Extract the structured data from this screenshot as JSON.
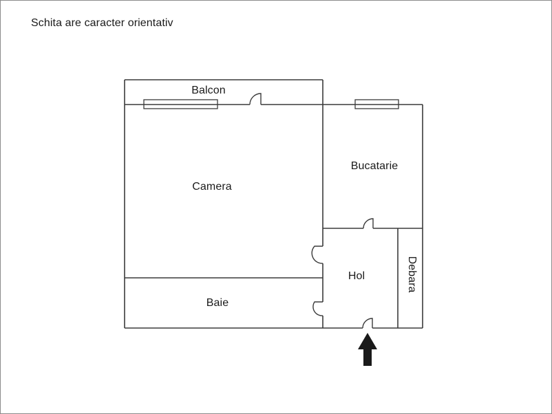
{
  "title": "Schita are caracter orientativ",
  "floorplan": {
    "rooms": {
      "balcon": {
        "label": "Balcon"
      },
      "camera": {
        "label": "Camera"
      },
      "bucatarie": {
        "label": "Bucatarie"
      },
      "hol": {
        "label": "Hol"
      },
      "debara": {
        "label": "Debara"
      },
      "baie": {
        "label": "Baie"
      }
    },
    "features": {
      "windows": [
        "balcon-window",
        "bucatarie-window"
      ],
      "doors": [
        "balcon-door",
        "bucatarie-door",
        "camera-hol-door",
        "baie-door",
        "entrance-door"
      ],
      "entrance_arrow_direction": "up"
    },
    "colors": {
      "wall": "#3a3a3a",
      "text": "#1a1a1a",
      "arrow": "#1a1a1a",
      "background": "#ffffff",
      "frame": "#8a8a8a"
    }
  }
}
